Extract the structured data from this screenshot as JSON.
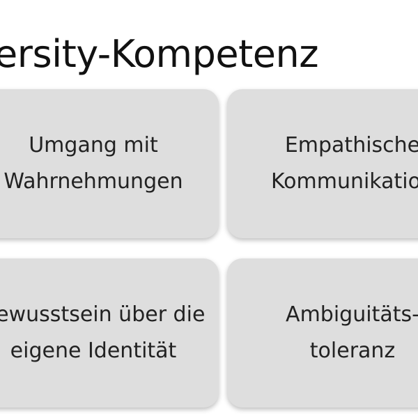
{
  "slide": {
    "title": "Diversity-Kompetenz",
    "cards": [
      {
        "label": "Umgang mit\nWahrnehmungen"
      },
      {
        "label": "Empathische\nKommunikation"
      },
      {
        "label": "Bewusstsein über die\neigene Identität"
      },
      {
        "label": "Ambiguitäts-\ntoleranz"
      }
    ]
  }
}
